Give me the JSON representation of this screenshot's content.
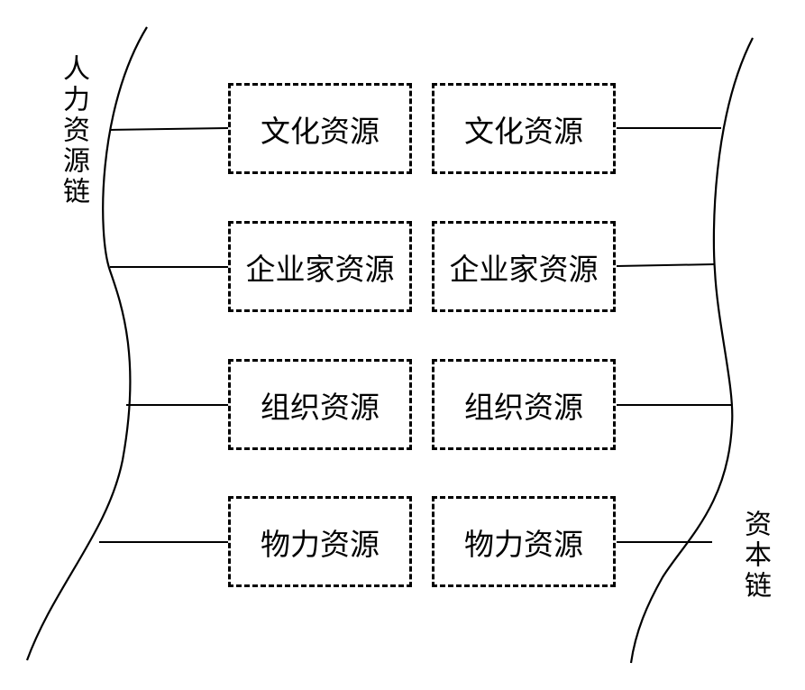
{
  "left_chain": {
    "label": "人力资源链"
  },
  "right_chain": {
    "label": "资本链"
  },
  "rows": [
    {
      "left": "文化资源",
      "right": "文化资源"
    },
    {
      "left": "企业家资源",
      "right": "企业家资源"
    },
    {
      "left": "组织资源",
      "right": "组织资源"
    },
    {
      "left": "物力资源",
      "right": "物力资源"
    }
  ]
}
